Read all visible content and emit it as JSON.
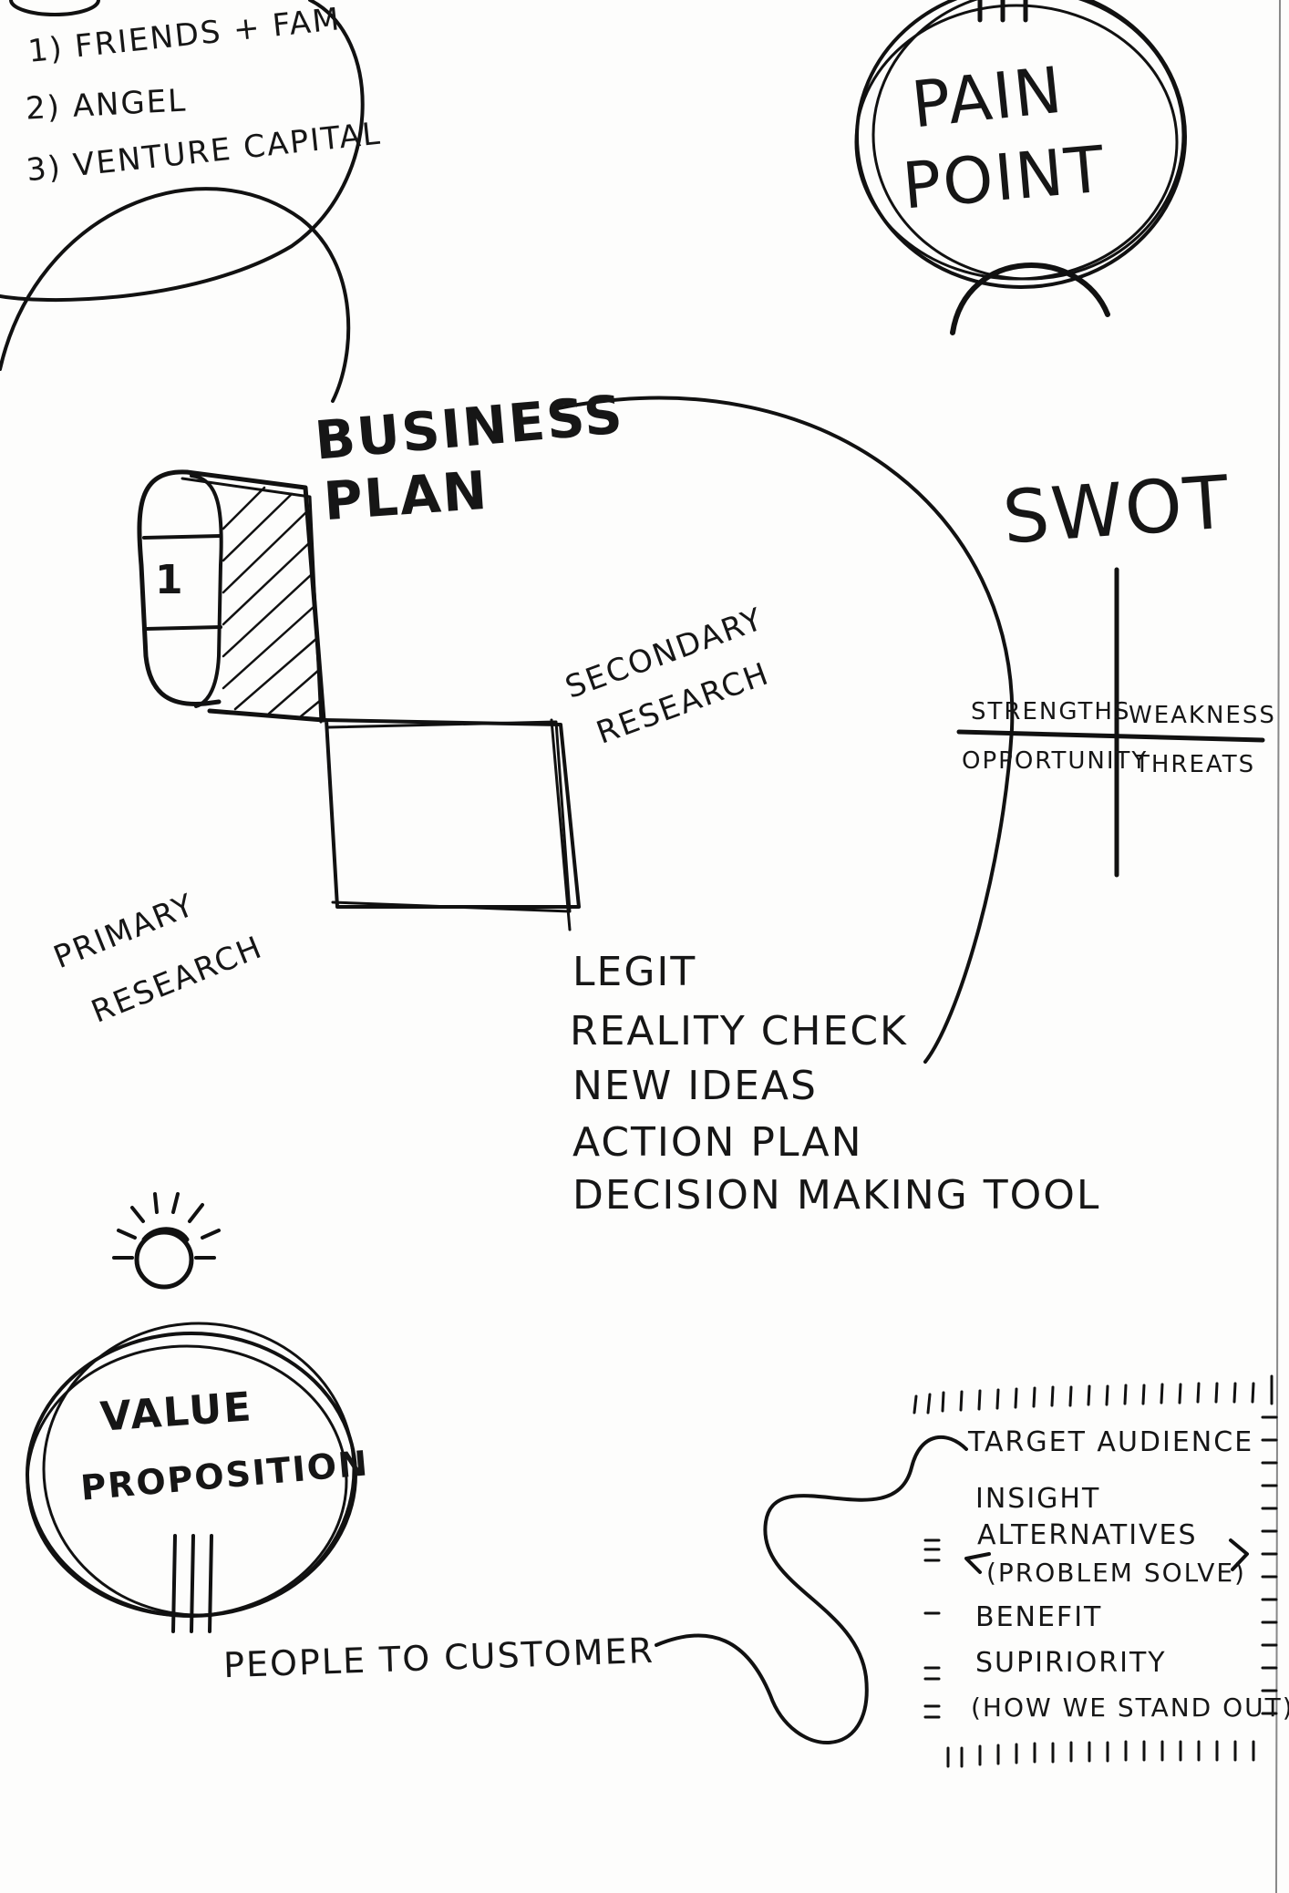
{
  "funding": {
    "items": [
      "1) FRIENDS + FAM",
      "2) ANGEL",
      "3) VENTURE CAPITAL"
    ]
  },
  "pain_point": {
    "line1": "PAIN",
    "line2": "POINT"
  },
  "business_plan": {
    "line1": "BUSINESS",
    "line2": "PLAN",
    "number": "1"
  },
  "swot": {
    "title": "SWOT",
    "strengths": "STRENGTHS",
    "weakness": "WEAKNESS",
    "opportunity": "OPPORTUNITY",
    "threats": "THREATS"
  },
  "secondary_research": {
    "line1": "SECONDARY",
    "line2": "RESEARCH"
  },
  "primary_research": {
    "line1": "PRIMARY",
    "line2": "RESEARCH"
  },
  "benefits": [
    "LEGIT",
    "REALITY CHECK",
    "NEW IDEAS",
    "ACTION PLAN",
    "DECISION MAKING TOOL"
  ],
  "value_proposition": {
    "line1": "VALUE",
    "line2": "PROPOSITION"
  },
  "people_to_customer": "PEOPLE TO CUSTOMER",
  "value_components": [
    "TARGET AUDIENCE",
    "INSIGHT",
    "ALTERNATIVES",
    "(PROBLEM SOLVE)",
    "BENEFIT",
    "SUPIRIORITY",
    "(HOW WE STAND OUT)"
  ]
}
